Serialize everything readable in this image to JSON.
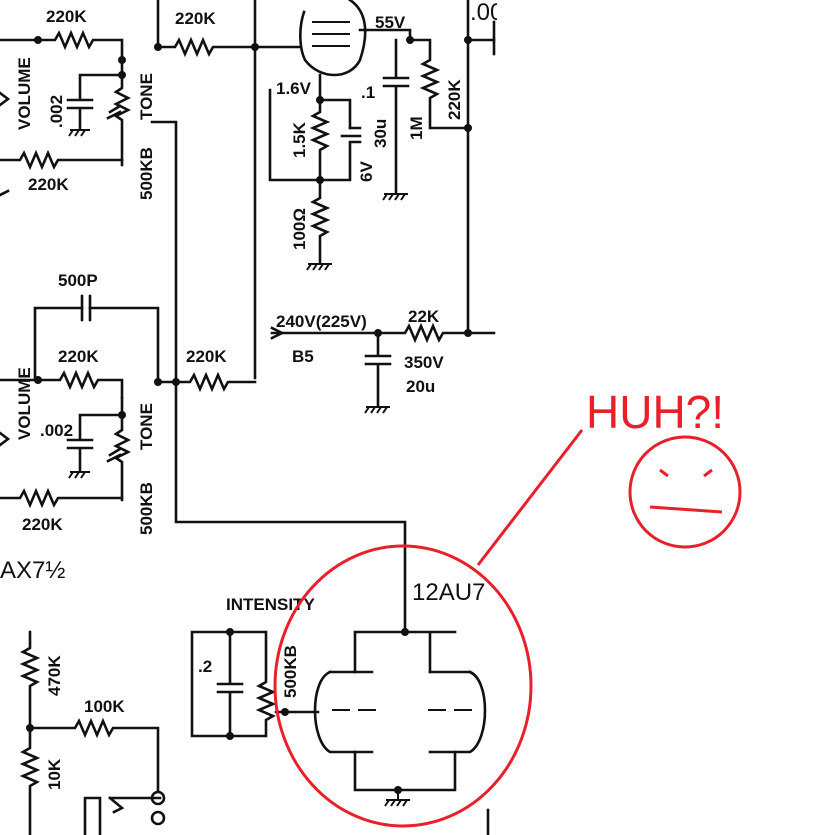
{
  "labels": {
    "r_220k_top_left": "220K",
    "r_220k_top_mid": "220K",
    "volume_top": "VOLUME",
    "tone_top": "TONE",
    "cap_002_top": ".002",
    "pot_500kb_top": "500KB",
    "r_220k_top_lower": "220K",
    "v_1_6": "1.6V",
    "v_55": "55V",
    "cap_1": ".1",
    "r_1m": "1M",
    "r_220k_plate": "220K",
    "r_1_5k": "1.5K",
    "cap_30u": "30u",
    "cap_6v": "6V",
    "r_100ohm": "100Ω",
    "top_right_cut": ".00",
    "cap_500p": "500P",
    "r_220k_bot_left": "220K",
    "r_220k_bot_mid": "220K",
    "volume_bot": "VOLUME",
    "tone_bot": "TONE",
    "cap_002_bot": ".002",
    "pot_500kb_bot": "500KB",
    "r_220k_bot_lower": "220K",
    "supply_v": "240V(225V)",
    "b5": "B5",
    "r_22k": "22K",
    "cap_350v": "350V",
    "cap_20u": "20u",
    "tube_12ax7": "AX7½",
    "intensity": "INTENSITY",
    "cap_2": ".2",
    "pot_500kb_int": "500KB",
    "r_470k": "470K",
    "r_100k": "100K",
    "r_10k": "10K",
    "tube_12au7": "12AU7"
  },
  "annotation": {
    "text": "HUH?!",
    "color": "#e8202a"
  },
  "colors": {
    "ink": "#111111",
    "annotation": "#e8202a",
    "background": "#ffffff"
  }
}
